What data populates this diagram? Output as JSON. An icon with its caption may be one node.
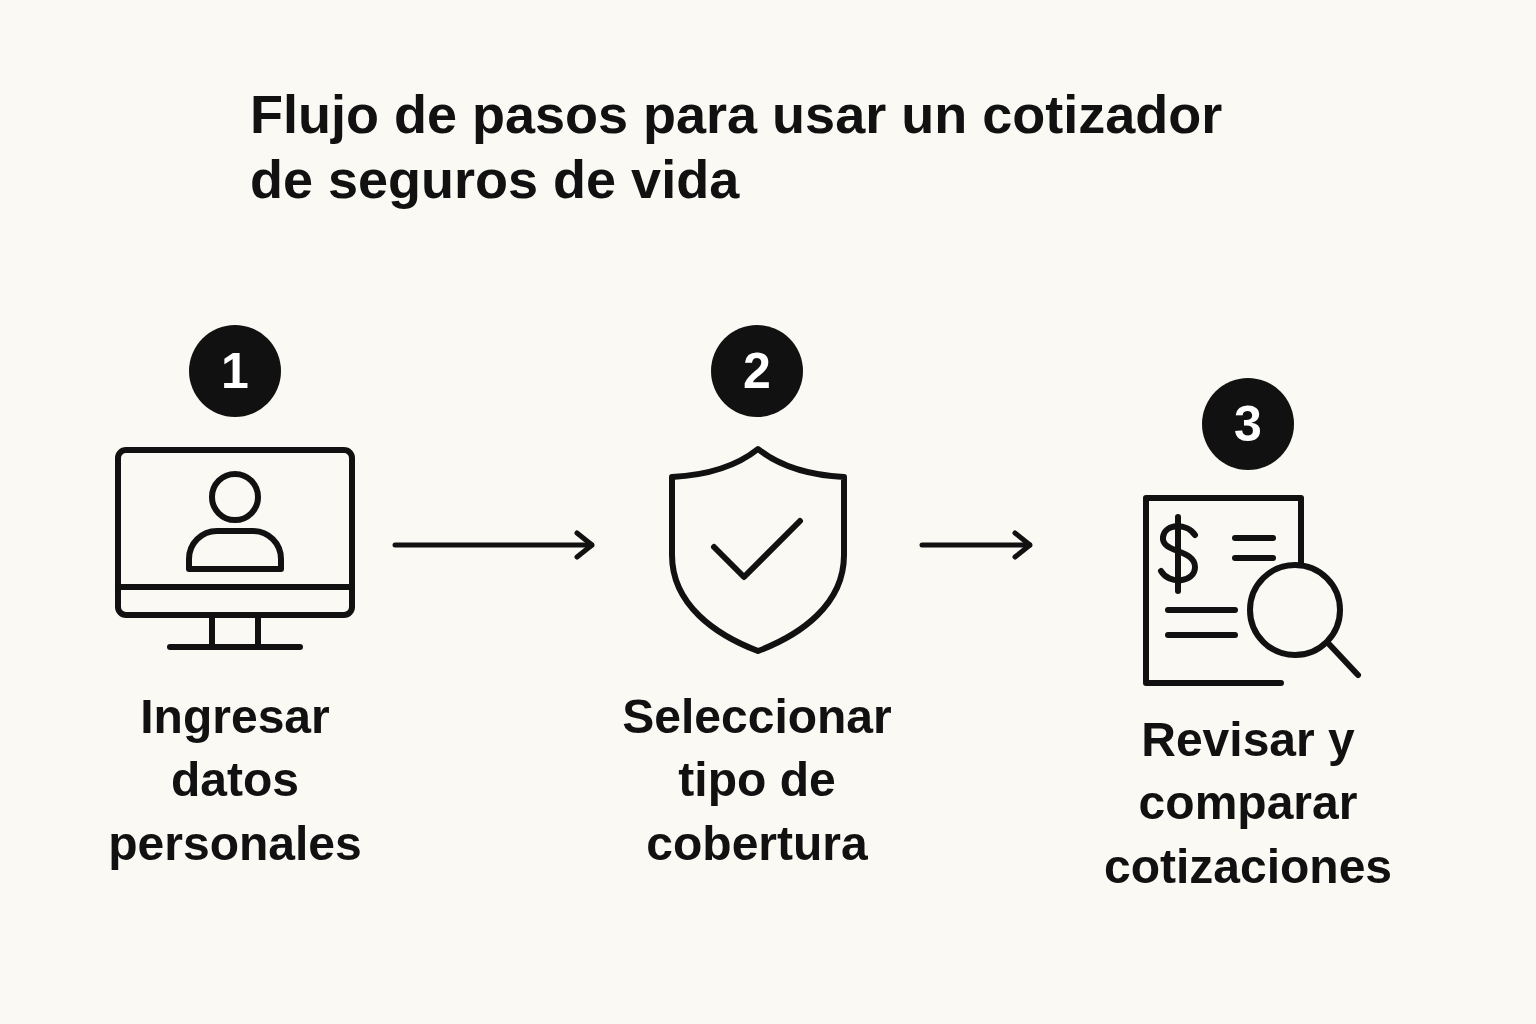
{
  "diagram": {
    "title": "Flujo de pasos para usar un cotizador de seguros de vida",
    "nodes": [
      {
        "text": [
          "1",
          "Ingresar datos personales"
        ]
      },
      {
        "text": [
          "2",
          "Seleccionar tipo de cobertura"
        ]
      },
      {
        "text": [
          "3",
          "Revisar y comparar cotizaciones"
        ]
      }
    ],
    "edges": [
      {
        "from": 0,
        "to": 1,
        "arrow": "to"
      },
      {
        "from": 1,
        "to": 2,
        "arrow": "to"
      }
    ]
  }
}
